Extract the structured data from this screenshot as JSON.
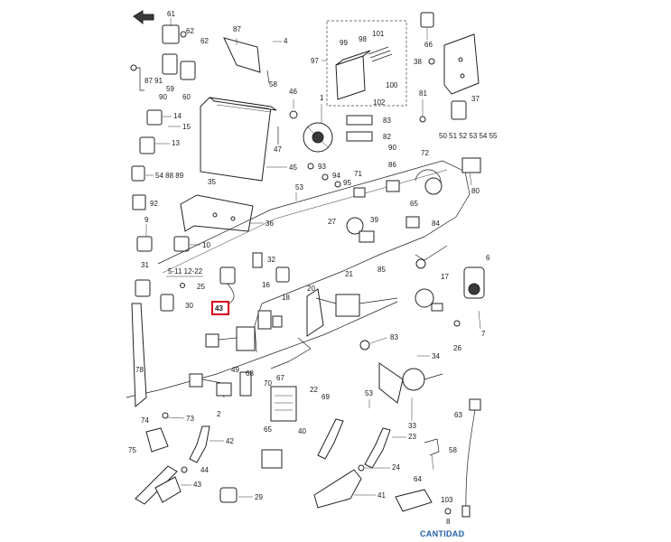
{
  "callouts": {
    "c61": "61",
    "c62": "62",
    "c87": "87",
    "c4": "4",
    "c66": "66",
    "c38": "38",
    "c99": "99",
    "c98": "98",
    "c101": "101",
    "c97": "97",
    "c100": "100",
    "c102": "102",
    "c37": "37",
    "c81": "81",
    "c50_55": "50 51 52 53 54 55",
    "c87_91": "87 91",
    "c90": "90",
    "c59": "59",
    "c60": "60",
    "c58": "58",
    "c46": "46",
    "c1": "1",
    "c83": "83",
    "c82": "82",
    "c14": "14",
    "c15": "15",
    "c13": "13",
    "c47": "47",
    "c45": "45",
    "c54_88_89": "54 88 89",
    "c92": "92",
    "c9": "9",
    "c35": "35",
    "c36": "36",
    "c10": "10",
    "c53a": "53",
    "c93": "93",
    "c94": "94",
    "c95": "95",
    "c72": "72",
    "c86": "86",
    "c71": "71",
    "c80": "80",
    "c27": "27",
    "c39": "39",
    "c65": "65",
    "c84": "84",
    "c32": "32",
    "c31": "31",
    "c5_11_12_22": "5-11 12-22",
    "c25": "25",
    "c16": "16",
    "c30": "30",
    "c43": "43",
    "c21": "21",
    "c85": "85",
    "c17": "17",
    "c6": "6",
    "c18": "18",
    "c20": "20",
    "c7": "7",
    "c26": "26",
    "c83b": "83",
    "c49": "49",
    "c34": "34",
    "c78": "78",
    "c68": "68",
    "c67": "67",
    "c70": "70",
    "c22": "22",
    "c53b": "53",
    "c2": "2",
    "c69": "69",
    "c33": "33",
    "c63": "63",
    "c74": "74",
    "c73": "73",
    "c75": "75",
    "c42": "42",
    "c40": "40",
    "c65b": "65",
    "c23": "23",
    "c58b": "58",
    "c44": "44",
    "c43b": "43",
    "c29": "29",
    "c24": "24",
    "c64": "64",
    "c41": "41",
    "c103": "103",
    "c8": "8"
  },
  "highlighted_part": "43",
  "footer": {
    "link_label": "CANTIDAD"
  },
  "colors": {
    "highlight": "#d6001c",
    "link": "#1f5fa8",
    "ink": "#222222"
  }
}
